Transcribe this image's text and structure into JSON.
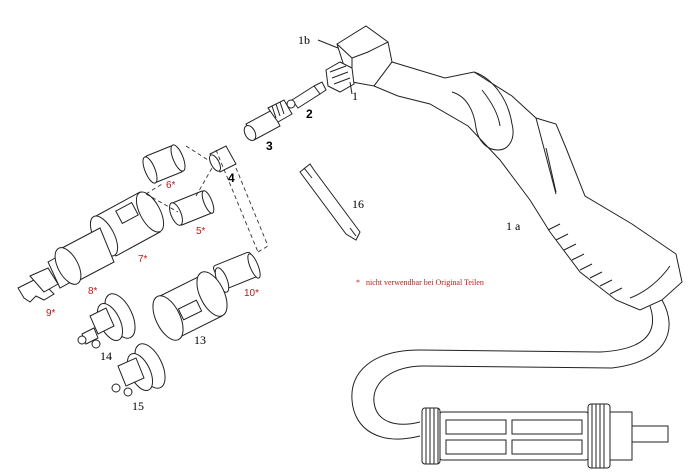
{
  "diagram": {
    "labels": {
      "p1b": "1b",
      "p1": "1",
      "p2": "2",
      "p3": "3",
      "p4": "4",
      "p16": "16",
      "p1a": "1 a",
      "p6": "6*",
      "p5": "5*",
      "p7": "7*",
      "p8": "8*",
      "p9": "9*",
      "p10": "10*",
      "p13": "13",
      "p14": "14",
      "p15": "15"
    },
    "note": {
      "marker": "*",
      "text": "nicht verwendbar bei Original Teilen"
    },
    "colors": {
      "label_red": "#c01818",
      "line": "#222222"
    }
  }
}
